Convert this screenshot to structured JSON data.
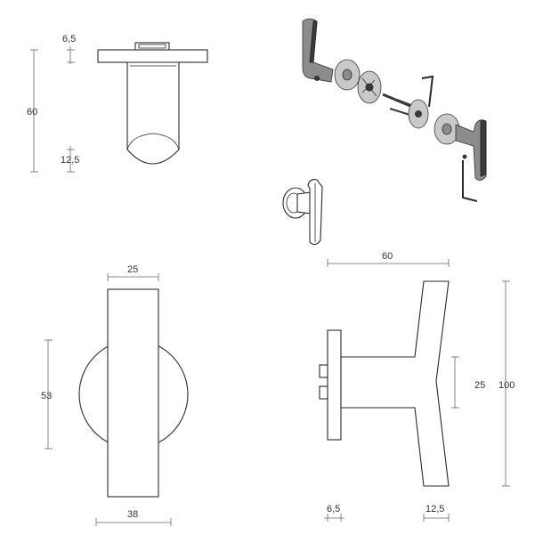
{
  "dimensions": {
    "top_view": {
      "rose_thickness": "6,5",
      "total_height": "60",
      "tip_depth": "12,5"
    },
    "front_view": {
      "handle_width": "25",
      "rose_height": "53",
      "rose_diameter": "38"
    },
    "side_view": {
      "projection": "60",
      "overall_length": "100",
      "handle_width": "25",
      "rose_thickness": "6,5",
      "end_thickness": "12,5"
    }
  }
}
